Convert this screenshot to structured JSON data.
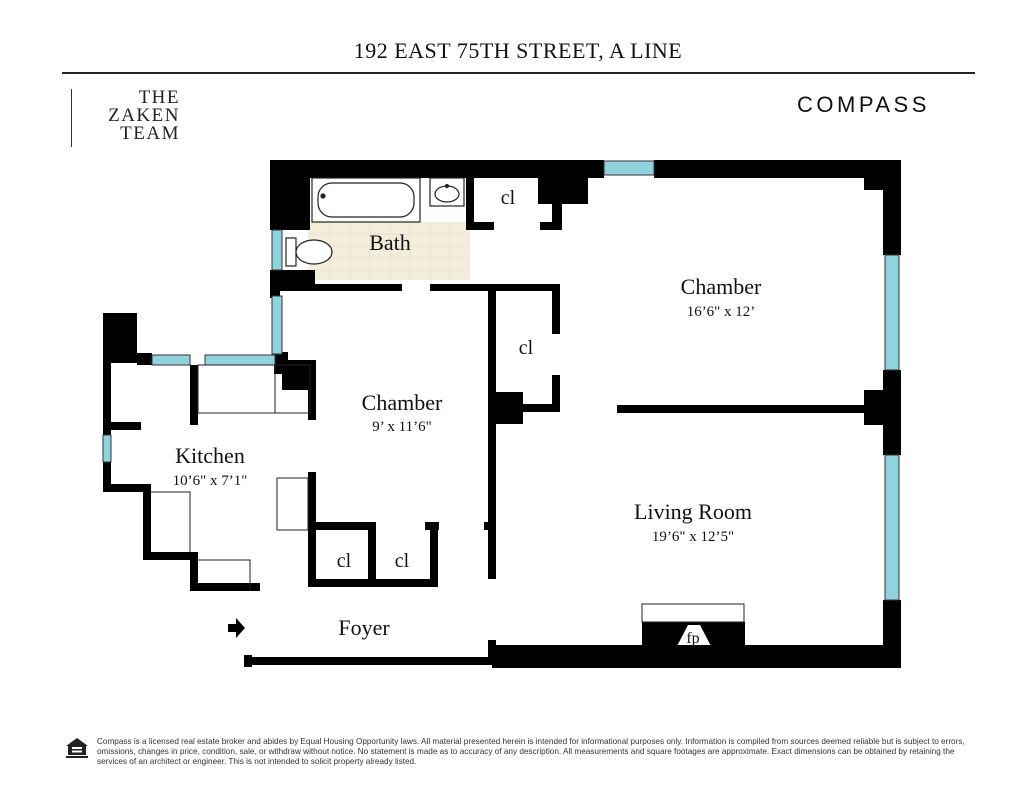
{
  "header": {
    "title": "192 EAST 75TH STREET, A LINE",
    "team_line1": "THE",
    "team_line2": "ZAKEN",
    "team_line3": "TEAM",
    "brand": "COMPASS"
  },
  "rooms": {
    "bath": "Bath",
    "closet_top": "cl",
    "chamber_large": "Chamber",
    "chamber_large_dim": "16’6\" x 12’",
    "closet_mid": "cl",
    "chamber_small": "Chamber",
    "chamber_small_dim": "9’ x 11’6\"",
    "kitchen": "Kitchen",
    "kitchen_dim": "10’6\" x 7’1\"",
    "living": "Living Room",
    "living_dim": "19’6\" x 12’5\"",
    "closet_foyer_1": "cl",
    "closet_foyer_2": "cl",
    "foyer": "Foyer",
    "fireplace": "fp"
  },
  "footer": {
    "disclaimer": "Compass is a licensed real estate broker and abides by Equal Housing Opportunity laws. All material presented herein is intended for informational purposes only. Information is compiled from sources deemed reliable but is subject to errors, omissions, changes in price, condition, sale, or withdraw without notice. No statement is made as to accuracy of any description. All measurements and square footages are approximate. Exact dimensions can be obtained by retaining the services of an architect or engineer. This is not intended to solicit property already listed."
  },
  "colors": {
    "wall": "#000000",
    "window": "#8fd3df",
    "bath_tile": "#f3eddc"
  }
}
